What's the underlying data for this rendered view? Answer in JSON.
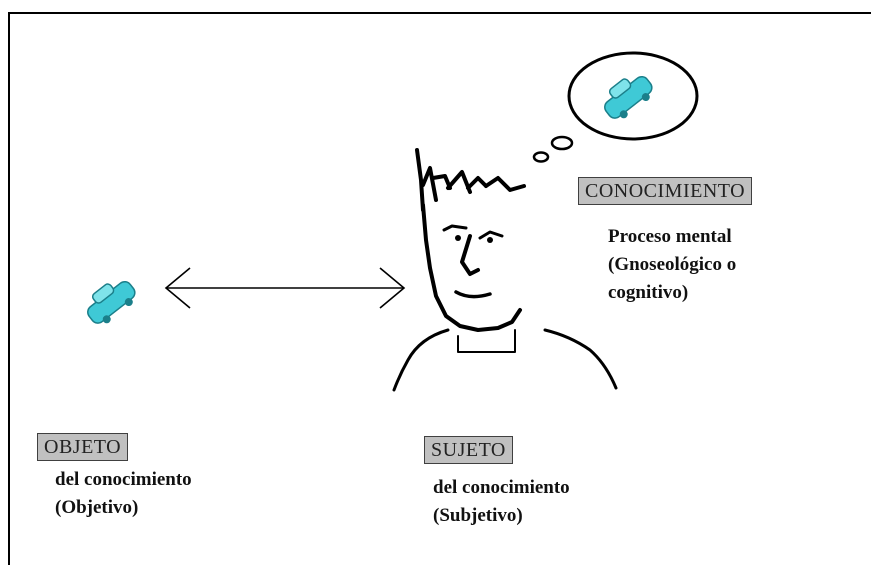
{
  "diagram": {
    "concept_label": "CONOCIMIENTO",
    "concept_lines": [
      "Proceso mental",
      "(Gnoseológico o",
      "cognitivo)"
    ],
    "object_label": "OBJETO",
    "object_lines": [
      "del conocimiento",
      "(Objetivo)"
    ],
    "subject_label": "SUJETO",
    "subject_lines": [
      "del conocimiento",
      "(Subjetivo)"
    ]
  },
  "colors": {
    "car_body": "#3fc9d6",
    "car_shadow": "#1b7f8a",
    "label_box_fill": "#c0c0c0",
    "ink": "#000000"
  },
  "icons": [
    "car-icon",
    "thought-bubble-icon",
    "face-sketch-icon",
    "double-arrow-icon"
  ]
}
